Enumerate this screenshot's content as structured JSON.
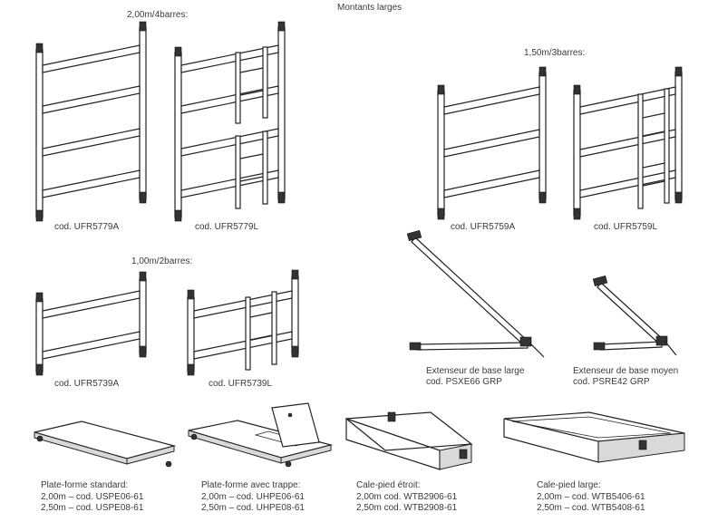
{
  "header": {
    "title": "Montants larges"
  },
  "sections": {
    "s200": "2,00m/4barres:",
    "s150": "1,50m/3barres:",
    "s100": "1,00m/2barres:"
  },
  "codes": {
    "c5779a": "cod. UFR5779A",
    "c5779l": "cod. UFR5779L",
    "c5759a": "cod. UFR5759A",
    "c5759l": "cod. UFR5759L",
    "c5739a": "cod. UFR5739A",
    "c5739l": "cod. UFR5739L"
  },
  "extenseurs": {
    "large": {
      "name": "Extenseur de base large",
      "code": "cod. PSXE66 GRP"
    },
    "moyen": {
      "name": "Extenseur de base moyen",
      "code": "cod. PSRE42 GRP"
    }
  },
  "plates": {
    "standard": {
      "name": "Plate-forme standard:",
      "l1": "2,00m – cod. USPE06-61",
      "l2": "2,50m – cod. USPE08-61"
    },
    "trappe": {
      "name": "Plate-forme avec trappe:",
      "l1": "2,00m – cod. UHPE06-61",
      "l2": "2,50m – cod. UHPE08-61"
    },
    "etroit": {
      "name": "Cale-pied étroit:",
      "l1": "2,00m  cod. WTB2906-61",
      "l2": "2,50m  cod. WTB2908-61"
    },
    "large": {
      "name": "Cale-pied large:",
      "l1": "2,00m – cod. WTB5406-61",
      "l2": "2,50m – cod. WTB5408-61"
    }
  }
}
